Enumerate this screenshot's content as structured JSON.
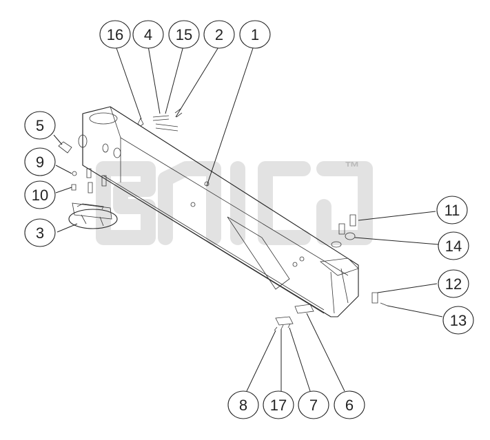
{
  "callouts": [
    {
      "label": "16"
    },
    {
      "label": "4"
    },
    {
      "label": "15"
    },
    {
      "label": "2"
    },
    {
      "label": "1"
    },
    {
      "label": "5"
    },
    {
      "label": "9"
    },
    {
      "label": "10"
    },
    {
      "label": "3"
    },
    {
      "label": "11"
    },
    {
      "label": "14"
    },
    {
      "label": "12"
    },
    {
      "label": "13"
    },
    {
      "label": "8"
    },
    {
      "label": "17"
    },
    {
      "label": "7"
    },
    {
      "label": "6"
    }
  ],
  "watermark": {
    "trademark": "™"
  },
  "colors": {
    "line": "#222222",
    "watermark": "#d8d8d8",
    "background": "#ffffff"
  }
}
